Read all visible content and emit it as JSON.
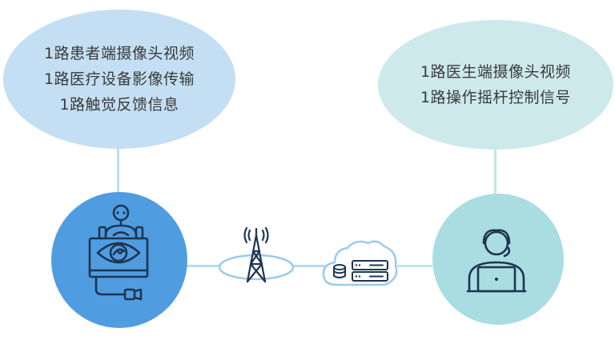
{
  "patient_side": {
    "lines": [
      "1路患者端摄像头视频",
      "1路医疗设备影像传输",
      "1路触觉反馈信息"
    ]
  },
  "doctor_side": {
    "lines": [
      "1路医生端摄像头视频",
      "1路操作摇杆控制信号"
    ]
  },
  "colors": {
    "patient_bubble": "#c4dff3",
    "doctor_bubble": "#cde9ec",
    "patient_circle": "#4f9de0",
    "doctor_circle": "#a9dde1",
    "icon_stroke": "#1e3552",
    "connector": "#b9daf0"
  },
  "icons": {
    "patient_node": "robot-ultrasound-icon",
    "tower_node": "signal-tower-icon",
    "cloud_node": "cloud-server-icon",
    "doctor_node": "doctor-laptop-icon"
  }
}
